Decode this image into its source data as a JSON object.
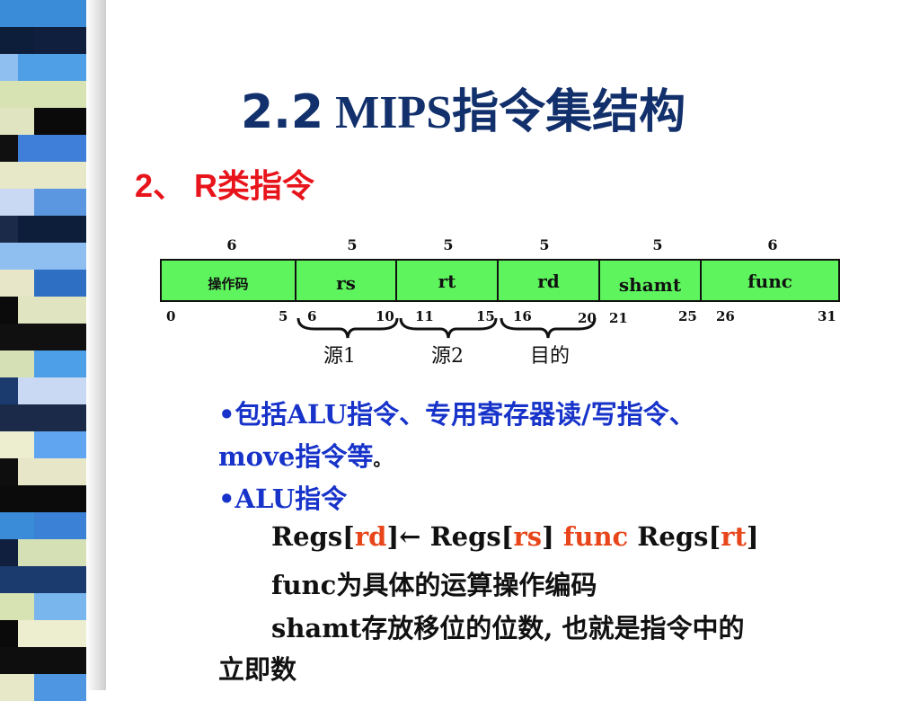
{
  "slide": {
    "title_num": "2.2",
    "title_text": " MIPS指令集结构",
    "subtitle": "2、 R类指令",
    "stripe_colors": [
      "#3a8bd8",
      "#0f1f3d",
      "#4e9fe6",
      "#d8e3b3",
      "#0a0a0a",
      "#3f7fd9",
      "#e6e8c8",
      "#5b96e0",
      "#0d1e3a",
      "#8fbef0",
      "#2e6fc4",
      "#e0e4c0",
      "#101010",
      "#4da0e8",
      "#c9d9f3",
      "#1a2a48",
      "#60a5ef",
      "#e8e6c8",
      "#0b0b0b",
      "#3b82d6",
      "#d5e0b5",
      "#1b3a6e",
      "#7ab6ee",
      "#eceecf",
      "#0e0e0e",
      "#4f96e2"
    ],
    "format": {
      "widths": [
        "6",
        "5",
        "5",
        "5",
        "5",
        "6"
      ],
      "fields": [
        "操作码",
        "rs",
        "rt",
        "rd",
        "shamt",
        "func"
      ],
      "bit_positions": [
        "0",
        "5",
        "6",
        "10",
        "11",
        "15",
        "16",
        "20",
        "21",
        "25",
        "26",
        "31"
      ],
      "brace_labels": [
        "源1",
        "源2",
        "目的"
      ],
      "fill_color": "#5ef45e"
    },
    "bullets": {
      "b1_prefix": "•包括",
      "b1_alu": "ALU",
      "b1_rest": "指令、专用寄存器读",
      "b1_slash": "/",
      "b1_rest2": "写指令、",
      "b1_line2_move": "move",
      "b1_line2_rest": "指令等",
      "b1_line2_end": "。",
      "b2_prefix": "•",
      "b2_text": "ALU指令"
    },
    "formula": {
      "regs1": "Regs[",
      "rd": "rd",
      "close_arrow": "]← Regs[",
      "rs": "rs",
      "close1": "] ",
      "func": "func",
      "regs3": " Regs[",
      "rt": "rt",
      "close2": "]"
    },
    "desc": {
      "func_line_a": "func",
      "func_line_b": "为具体的运算操作编码",
      "shamt_line_a": "shamt",
      "shamt_line_b": "存放移位的位数",
      "shamt_line_c": ", 也就是指令中的",
      "shamt_line2": "立即数"
    }
  }
}
